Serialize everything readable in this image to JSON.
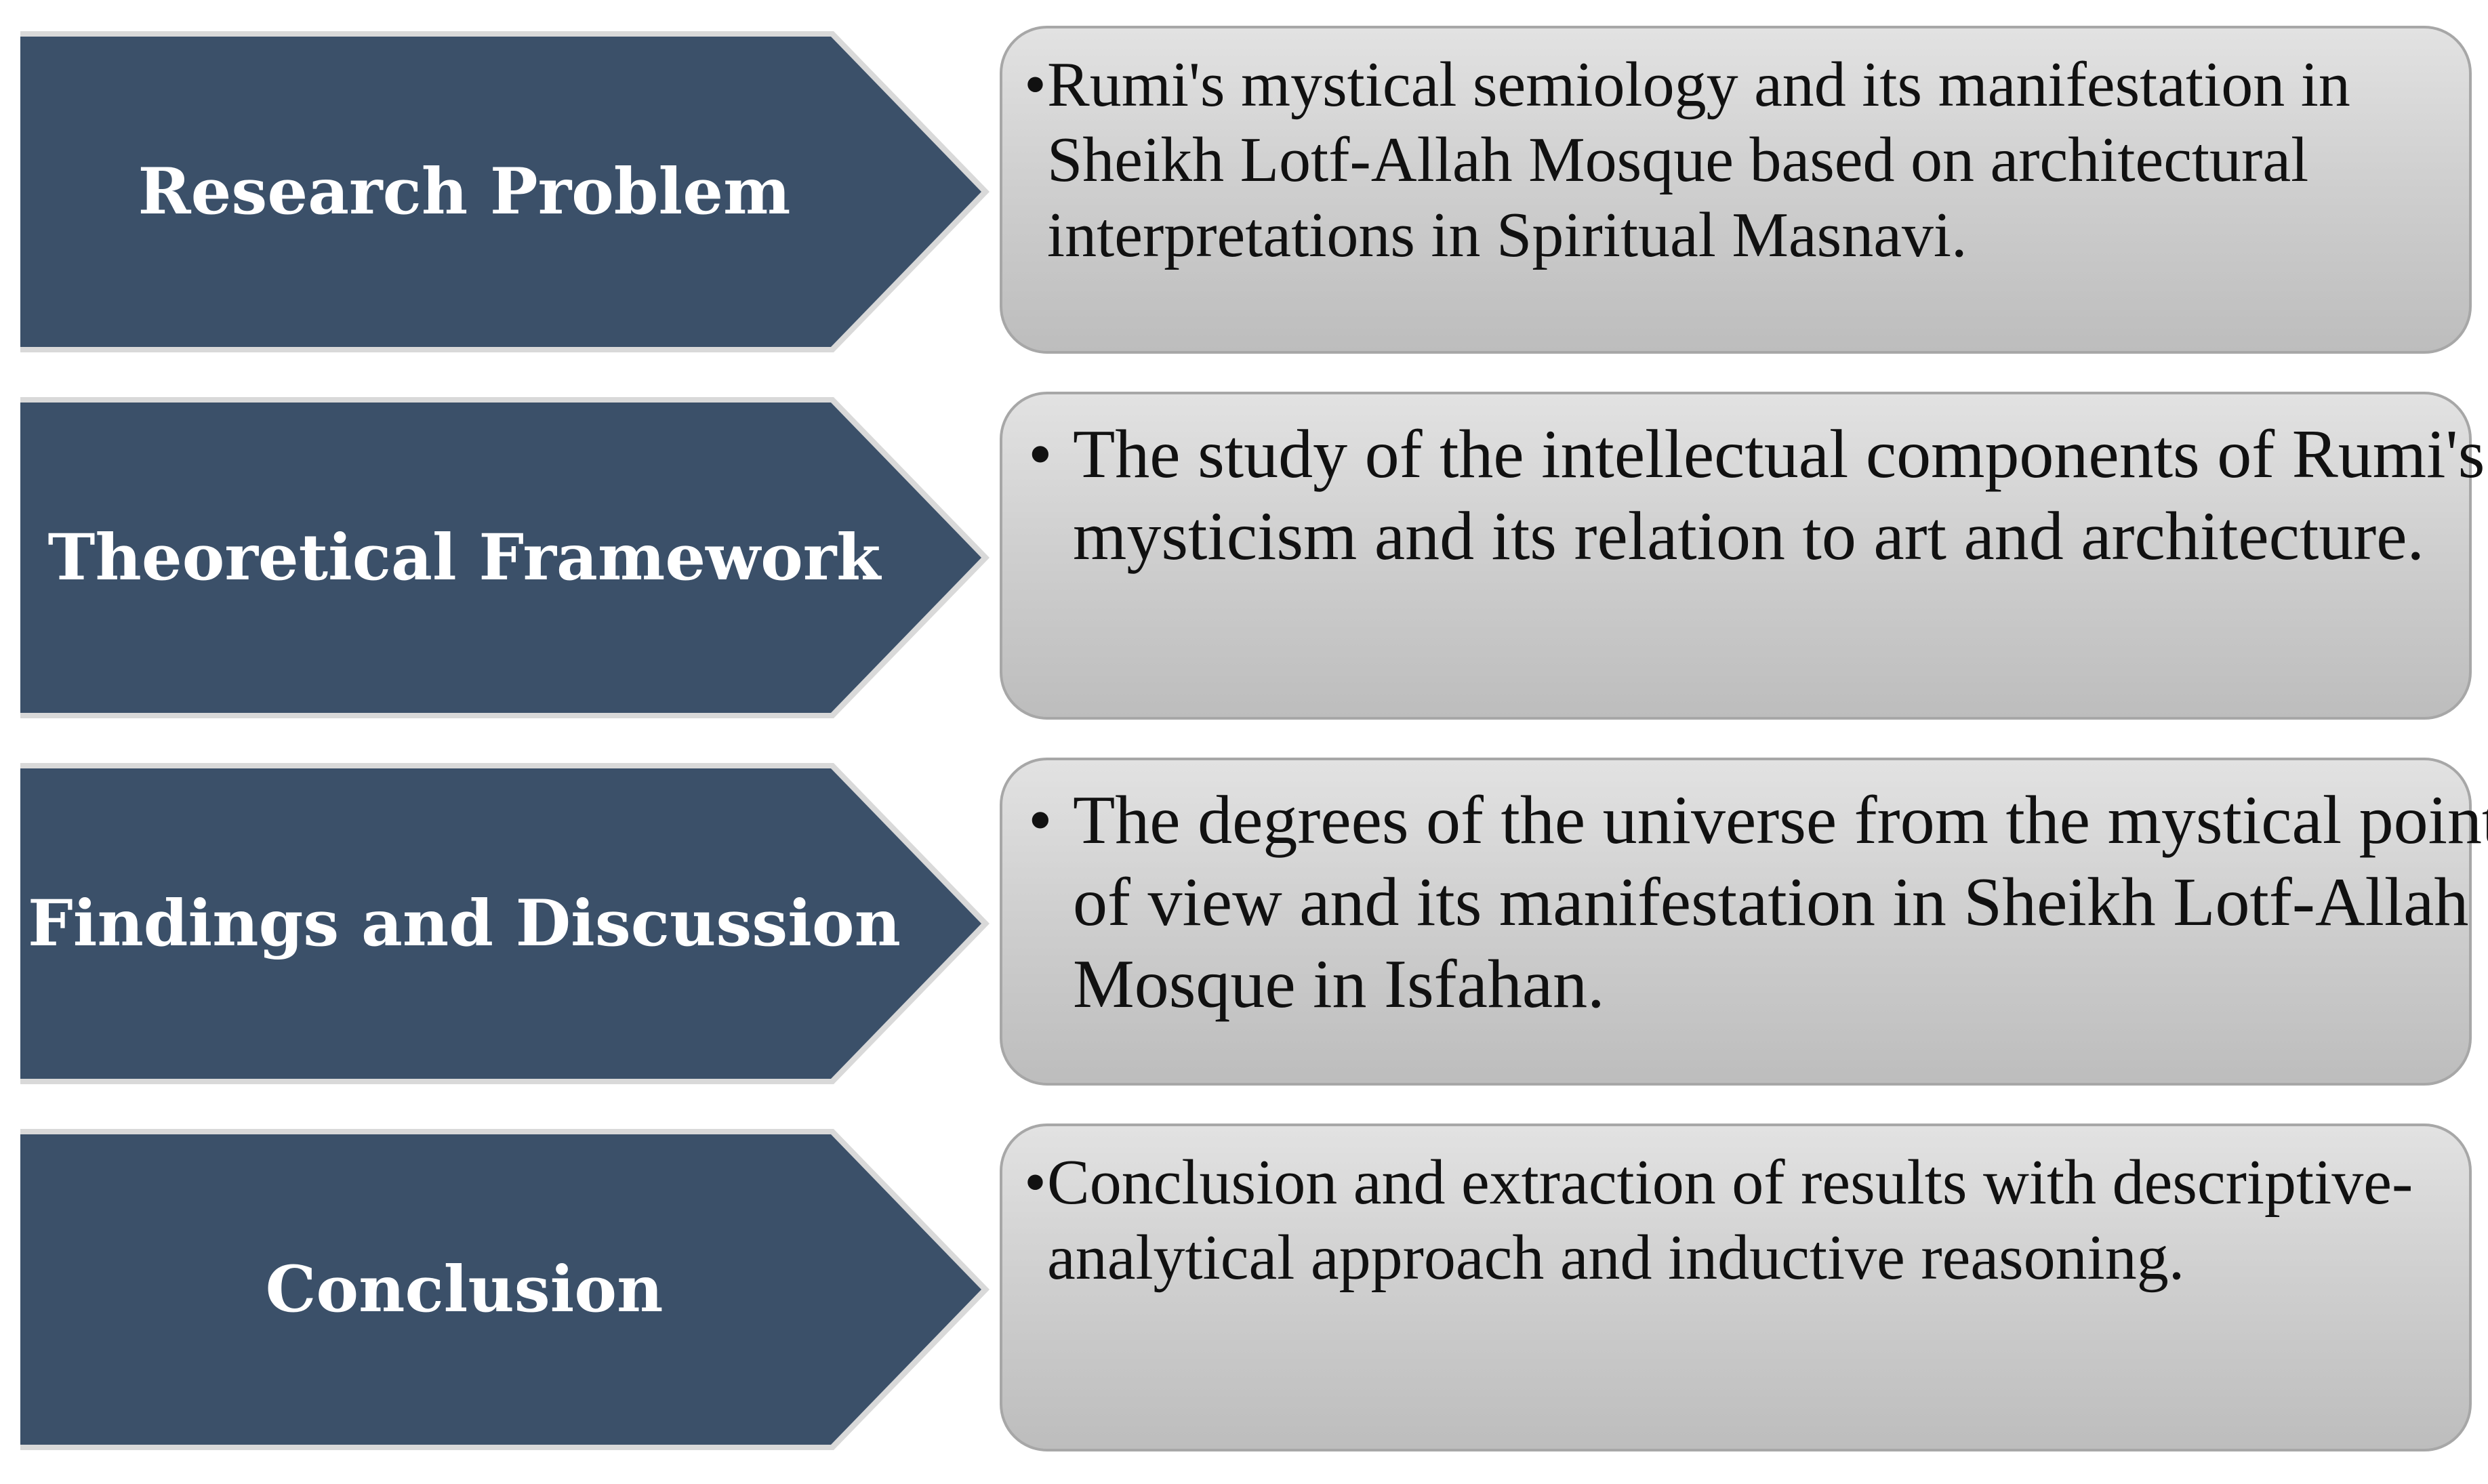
{
  "stages": [
    {
      "label": "Research Problem",
      "bullet": "•",
      "text": "Rumi's mystical semiology and its manifestation in Sheikh Lotf-Allah Mosque based on architectural interpretations in Spiritual Masnavi."
    },
    {
      "label": "Theoretical Framework",
      "bullet": "•",
      "text": "The study of the intellectual components of Rumi's mysticism and its relation to art and architecture."
    },
    {
      "label": "Findings and Discussion",
      "bullet": "•",
      "text": "The degrees of the universe from the mystical point of view and its manifestation in Sheikh Lotf-Allah Mosque in Isfahan."
    },
    {
      "label": "Conclusion",
      "bullet": "•",
      "text": "Conclusion and extraction of results with descriptive-analytical approach and inductive reasoning."
    }
  ],
  "colors": {
    "chevron_fill": "#3b5069",
    "chevron_outline": "#d9d9d9",
    "box_border": "#a7a7a7",
    "box_top": "#e2e2e2",
    "box_bottom": "#bdbdbd"
  }
}
